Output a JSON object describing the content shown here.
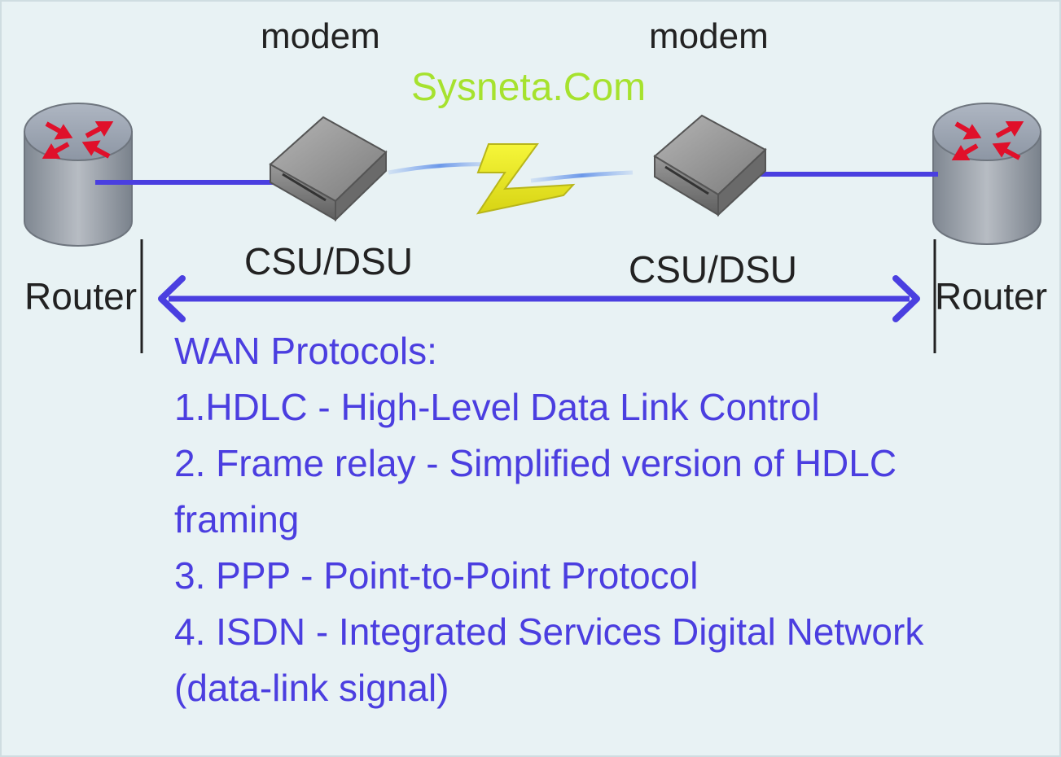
{
  "modem_labels": [
    "modem",
    "modem"
  ],
  "watermark": "Sysneta.Com",
  "csu_labels": [
    "CSU/DSU",
    "CSU/DSU"
  ],
  "router_labels": [
    "Router",
    "Router"
  ],
  "protocols": {
    "heading": "WAN Protocols:",
    "lines": [
      "1.HDLC - High-Level Data Link Control",
      "2. Frame relay - Simplified version of HDLC",
      "framing",
      "3. PPP - Point-to-Point Protocol",
      "4. ISDN - Integrated Services Digital Network",
      "(data-link signal)"
    ]
  },
  "colors": {
    "link_line": "#4a3fe0",
    "text_blue": "#4b3ee0",
    "router_arrow": "#e0102a",
    "lightning": "#ecec22",
    "watermark": "#a6e22e"
  }
}
